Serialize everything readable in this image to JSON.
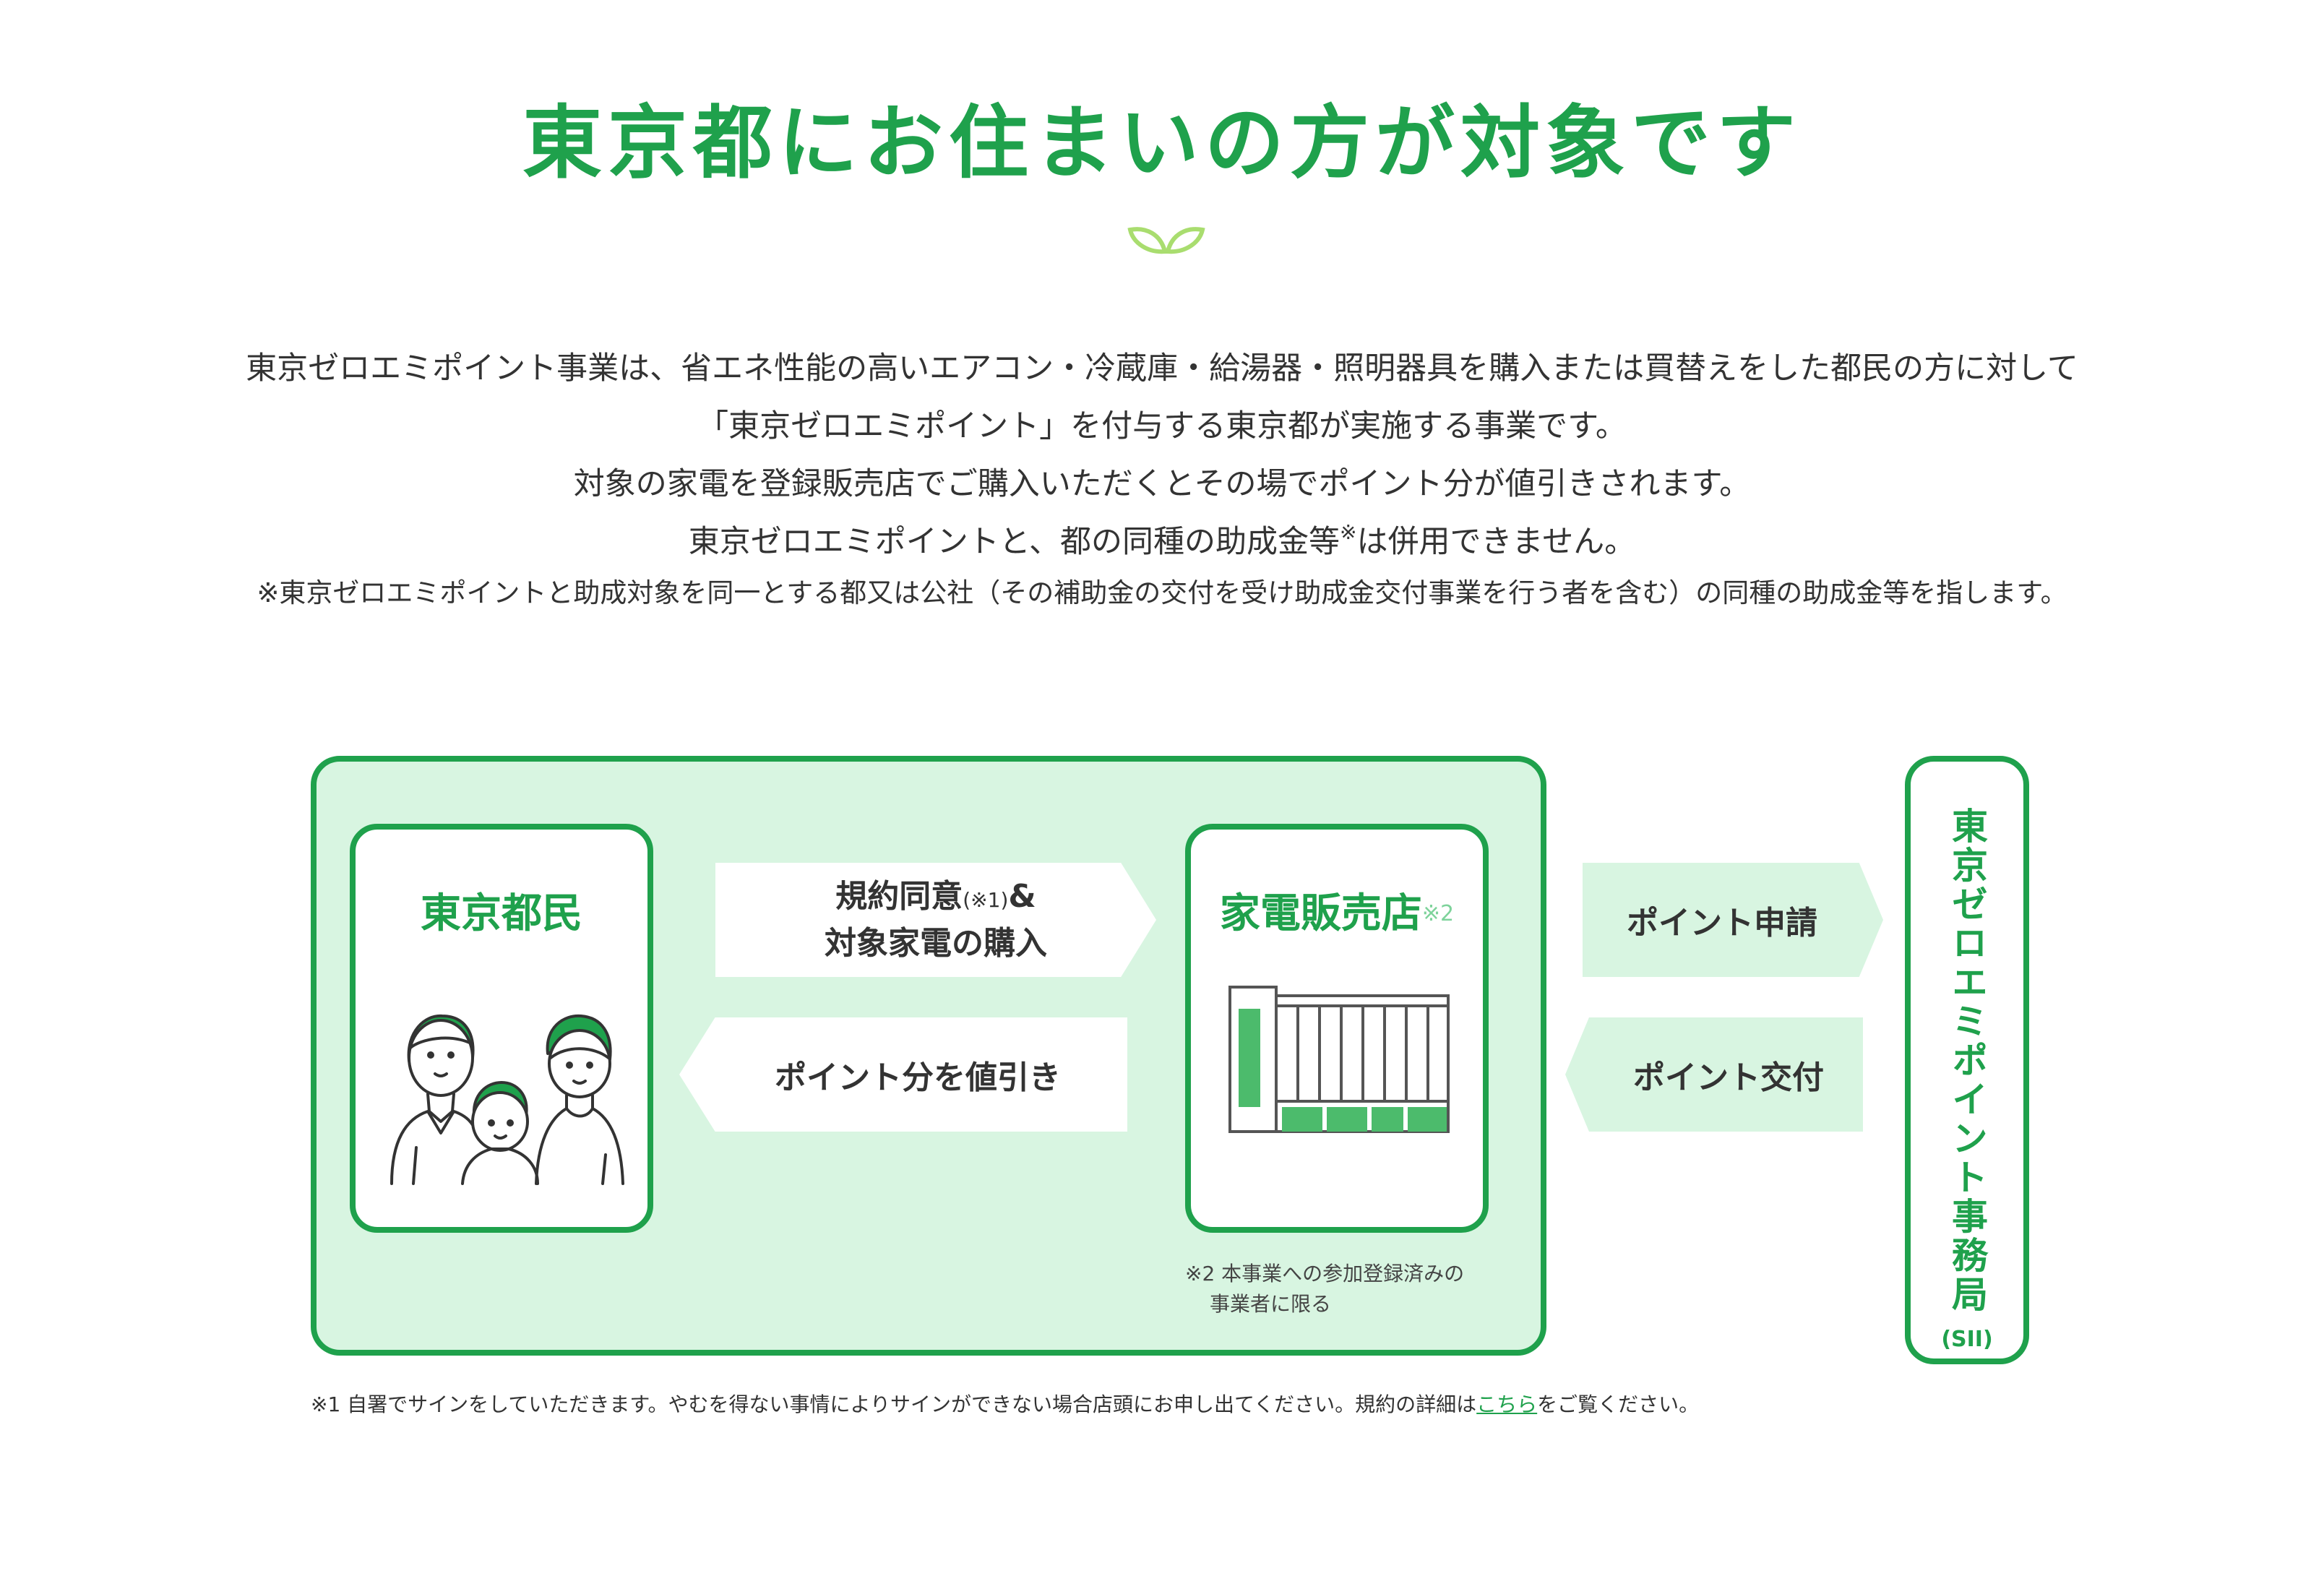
{
  "page": {
    "title": "東京都にお住まいの方が対象です",
    "description": [
      "東京ゼロエミポイント事業は、省エネ性能の高いエアコン・冷蔵庫・給湯器・照明器具を購入または買替えをした都民の方に対して",
      "「東京ゼロエミポイント」を付与する東京都が実施する事業です。",
      "対象の家電を登録販売店でご購入いただくとその場でポイント分が値引きされます。"
    ],
    "desc4_main": "東京ゼロエミポイントと、都の同種の助成金等",
    "desc4_mark": "※",
    "desc4_end": "は併用できません。",
    "note": "※東京ゼロエミポイントと助成対象を同一とする都又は公社（その補助金の交付を受け助成金交付事業を行う者を含む）の同種の助成金等を指します。"
  },
  "diagram": {
    "resident": {
      "label": "東京都民"
    },
    "arrow_purchase": {
      "line1_main": "規約同意",
      "line1_mark": "(※1)",
      "line1_amp": "&",
      "line2": "対象家電の購入"
    },
    "arrow_discount": {
      "label": "ポイント分を値引き"
    },
    "store": {
      "label": "家電販売店",
      "mark": "※2"
    },
    "store_note": {
      "line1": "※2 本事業への参加登録済みの",
      "line2": "事業者に限る"
    },
    "arrow_apply": {
      "label": "ポイント申請"
    },
    "arrow_grant": {
      "label": "ポイント交付"
    },
    "office": {
      "label": "東京ゼロエミポイント事務局",
      "abbr": "(SII)"
    }
  },
  "footnote": {
    "before": "※1 自署でサインをしていただきます。やむを得ない事情によりサインができない場合店頭にお申し出てください。規約の詳細は",
    "link": "こちら",
    "after": "をご覧ください。"
  },
  "colors": {
    "accent": "#1fa14c",
    "panel": "#d8f5e1",
    "text": "#333333"
  }
}
